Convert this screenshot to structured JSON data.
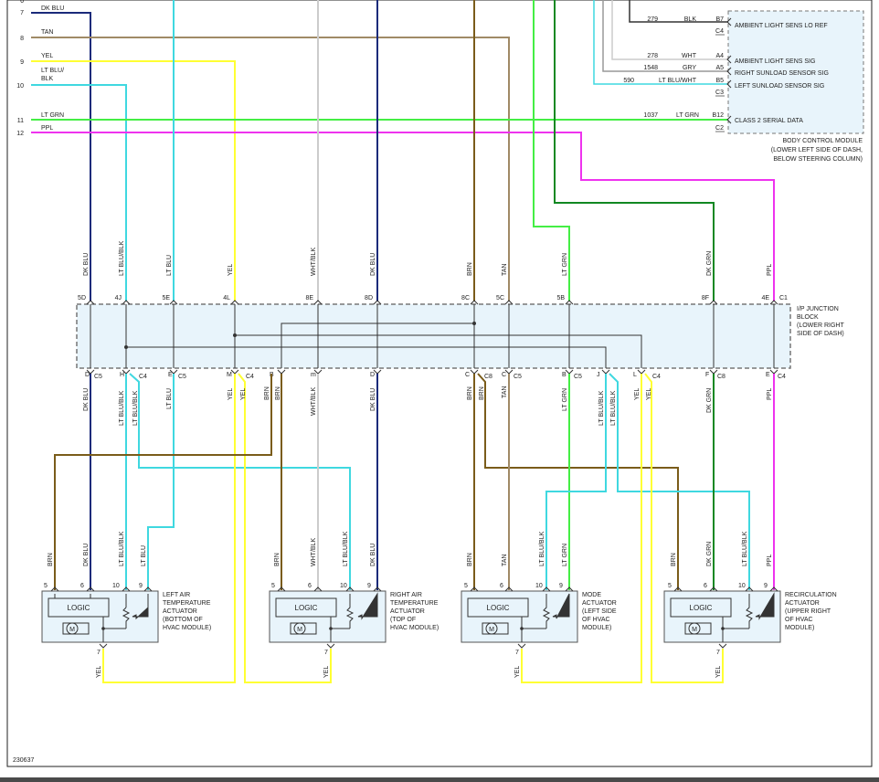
{
  "colors": {
    "dk_blu": "#1a2a7a",
    "lt_blu": "#3fd8e0",
    "tan": "#a08a66",
    "brn": "#7a5c1a",
    "yel": "#ffff33",
    "lt_grn": "#44ee44",
    "ppl": "#ee33ee",
    "dk_grn": "#118822",
    "wht": "#cccccc",
    "blk": "#333333",
    "gry": "#999999",
    "box_fill": "#e8f4fb"
  },
  "left_wires": [
    {
      "pin": "6",
      "label": ""
    },
    {
      "pin": "7",
      "label": "DK BLU"
    },
    {
      "pin": "8",
      "label": "TAN"
    },
    {
      "pin": "9",
      "label": "YEL"
    },
    {
      "pin": "10",
      "label": "LT BLU/\nBLK"
    },
    {
      "pin": "11",
      "label": "LT GRN"
    },
    {
      "pin": "12",
      "label": "PPL"
    }
  ],
  "bcm": {
    "title": "BODY CONTROL MODULE",
    "subtitle1": "(LOWER LEFT SIDE OF DASH,",
    "subtitle2": "BELOW STEERING COLUMN)",
    "rows": [
      {
        "circuit": "279",
        "color": "BLK",
        "pin": "B7",
        "conn": "C4",
        "name": "AMBIENT LIGHT SENS LO REF"
      },
      {
        "circuit": "278",
        "color": "WHT",
        "pin": "A4",
        "conn": "",
        "name": "AMBIENT LIGHT SENS SIG"
      },
      {
        "circuit": "1548",
        "color": "GRY",
        "pin": "A5",
        "conn": "",
        "name": "RIGHT SUNLOAD SENSOR SIG"
      },
      {
        "circuit": "590",
        "color": "LT BLU/WHT",
        "pin": "B5",
        "conn": "C3",
        "name": "LEFT SUNLOAD SENSOR SIG"
      },
      {
        "circuit": "1037",
        "color": "LT GRN",
        "pin": "B12",
        "conn": "C2",
        "name": "CLASS 2 SERIAL DATA"
      }
    ]
  },
  "junction": {
    "title1": "I/P JUNCTION",
    "title2": "BLOCK",
    "title3": "(LOWER RIGHT",
    "title4": "SIDE OF DASH)"
  },
  "upper_wires": [
    {
      "label": "DK BLU",
      "top_pin": "5D",
      "bot_pin": "D",
      "bot_conn": "C5",
      "bot_label": "DK BLU"
    },
    {
      "label": "LT BLU/BLK",
      "top_pin": "4J",
      "bot_pin": "H",
      "bot_conn": "C4",
      "bot_label": "LT BLU/BLK"
    },
    {
      "label": "LT BLU",
      "top_pin": "5E",
      "bot_pin": "E",
      "bot_conn": "C5",
      "bot_label": "LT BLU"
    },
    {
      "label": "YEL",
      "top_pin": "4L",
      "bot_pin": "M",
      "bot_conn": "C4",
      "bot_label": "YEL"
    },
    {
      "label": "",
      "top_pin": "",
      "bot_pin": "B",
      "bot_conn": "",
      "bot_label": "BRN"
    },
    {
      "label": "WHT/BLK",
      "top_pin": "8E",
      "bot_pin": "m",
      "bot_conn": "",
      "bot_label": "WHT/BLK"
    },
    {
      "label": "DK BLU",
      "top_pin": "8D",
      "bot_pin": "D",
      "bot_conn": "",
      "bot_label": "DK BLU"
    },
    {
      "label": "BRN",
      "top_pin": "8C",
      "bot_pin": "C",
      "bot_conn": "C8",
      "bot_label": "BRN"
    },
    {
      "label": "TAN",
      "top_pin": "5C",
      "bot_pin": "C",
      "bot_conn": "C5",
      "bot_label": "TAN"
    },
    {
      "label": "LT GRN",
      "top_pin": "5B",
      "bot_pin": "B",
      "bot_conn": "C5",
      "bot_label": "LT GRN"
    },
    {
      "label": "",
      "top_pin": "",
      "bot_pin": "J",
      "bot_conn": "",
      "bot_label": "LT BLU/BLK"
    },
    {
      "label": "",
      "top_pin": "",
      "bot_pin": "L",
      "bot_conn": "C4",
      "bot_label": "YEL"
    },
    {
      "label": "DK GRN",
      "top_pin": "8F",
      "bot_pin": "F",
      "bot_conn": "C8",
      "bot_label": "DK GRN"
    },
    {
      "label": "PPL",
      "top_pin": "4E",
      "bot_pin": "E",
      "bot_conn": "C4",
      "bot_label": "PPL"
    }
  ],
  "extra_labels": {
    "yel2": "YEL",
    "brn2": "BRN",
    "ltblublk2": "LT BLU/BLK",
    "brn3": "BRN",
    "ltblublk3": "LT BLU/BLK",
    "yel3": "YEL",
    "top_pin_c1": "C1"
  },
  "actuators": [
    {
      "name1": "LEFT AIR",
      "name2": "TEMPERATURE",
      "name3": "ACTUATOR",
      "name4": "(BOTTOM OF",
      "name5": "HVAC MODULE)",
      "logic": "LOGIC",
      "motor": "M",
      "pins": [
        "5",
        "6",
        "10",
        "9"
      ],
      "pin_labels": [
        "BRN",
        "DK BLU",
        "LT BLU/BLK",
        "LT BLU"
      ],
      "bottom_pin": "7",
      "bottom_label": "YEL"
    },
    {
      "name1": "RIGHT AIR",
      "name2": "TEMPERATURE",
      "name3": "ACTUATOR",
      "name4": "(TOP OF",
      "name5": "HVAC MODULE)",
      "logic": "LOGIC",
      "motor": "M",
      "pins": [
        "5",
        "6",
        "10",
        "9"
      ],
      "pin_labels": [
        "BRN",
        "WHT/BLK",
        "LT BLU/BLK",
        "DK BLU"
      ],
      "bottom_pin": "7",
      "bottom_label": "YEL"
    },
    {
      "name1": "MODE",
      "name2": "ACTUATOR",
      "name3": "(LEFT SIDE",
      "name4": "OF HVAC",
      "name5": "MODULE)",
      "logic": "LOGIC",
      "motor": "M",
      "pins": [
        "5",
        "6",
        "10",
        "9"
      ],
      "pin_labels": [
        "BRN",
        "TAN",
        "LT BLU/BLK",
        "LT GRN"
      ],
      "bottom_pin": "7",
      "bottom_label": "YEL"
    },
    {
      "name1": "RECIRCULATION",
      "name2": "ACTUATOR",
      "name3": "(UPPER RIGHT",
      "name4": "OF HVAC",
      "name5": "MODULE)",
      "logic": "LOGIC",
      "motor": "M",
      "pins": [
        "5",
        "6",
        "10",
        "9"
      ],
      "pin_labels": [
        "BRN",
        "DK GRN",
        "LT BLU/BLK",
        "PPL"
      ],
      "bottom_pin": "7",
      "bottom_label": "YEL"
    }
  ],
  "figure_id": "230637"
}
